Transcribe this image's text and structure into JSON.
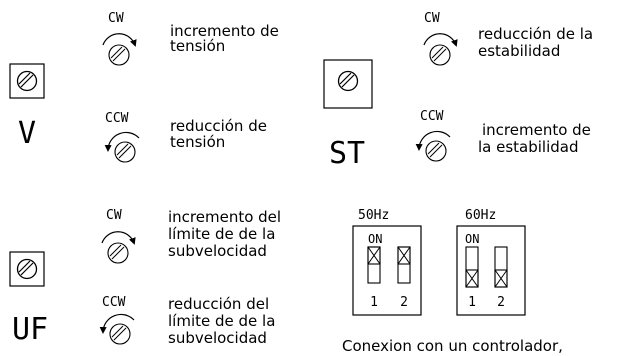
{
  "potentiometers": {
    "v": {
      "label": "V",
      "cw": {
        "dir": "CW",
        "desc": [
          "incremento de",
          "tensión"
        ]
      },
      "ccw": {
        "dir": "CCW",
        "desc": [
          "reducción de",
          "tensión"
        ]
      }
    },
    "st": {
      "label": "ST",
      "cw": {
        "dir": "CW",
        "desc": [
          "reducción de la",
          "estabilidad"
        ]
      },
      "ccw": {
        "dir": "CCW",
        "desc": [
          "incremento de",
          "la estabilidad"
        ]
      }
    },
    "uf": {
      "label": "UF",
      "cw": {
        "dir": "CW",
        "desc": [
          "incremento del",
          "límite de de la",
          "subvelocidad"
        ]
      },
      "ccw": {
        "dir": "CCW",
        "desc": [
          "reducción del",
          "límite de de la",
          "subvelocidad"
        ]
      }
    }
  },
  "dip_switches": {
    "sw50": {
      "freq": "50Hz",
      "on": "ON",
      "pos1": "1",
      "pos2": "2",
      "state": "up"
    },
    "sw60": {
      "freq": "60Hz",
      "on": "ON",
      "pos1": "1",
      "pos2": "2",
      "state": "down"
    }
  },
  "caption": "Conexion con un controlador,"
}
